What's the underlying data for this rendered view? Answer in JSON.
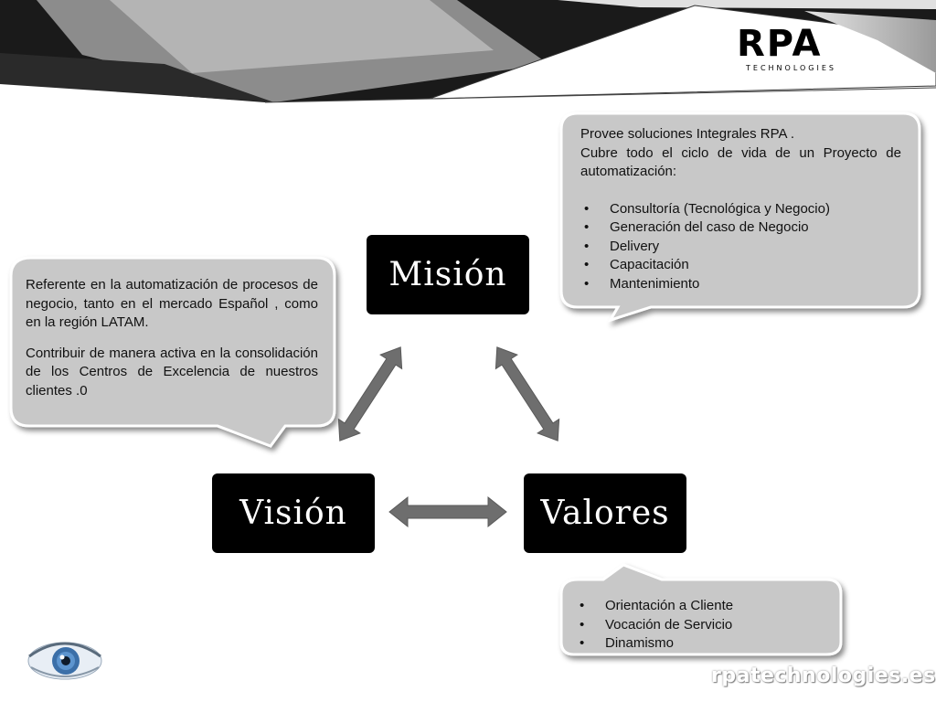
{
  "logo": {
    "name": "RPA",
    "tagline": "TECHNOLOGIES"
  },
  "diagram": {
    "nodes": {
      "mision": "Misión",
      "vision": "Visión",
      "valores": "Valores"
    }
  },
  "mision_bubble": {
    "lines": [
      "Provee soluciones Integrales RPA .",
      "Cubre  todo el ciclo de vida de un Proyecto de automatización:"
    ],
    "items": [
      "Consultoría (Tecnológica y Negocio)",
      "Generación del caso de Negocio",
      "Delivery",
      "Capacitación",
      "Mantenimiento"
    ]
  },
  "vision_bubble": {
    "paragraphs": [
      "Referente en la automatización de procesos de negocio, tanto en el mercado Español , como en la región LATAM.",
      "Contribuir de manera activa en la consolidación de los Centros de Excelencia de nuestros clientes .0"
    ]
  },
  "valores_bubble": {
    "items": [
      "Orientación a Cliente",
      "Vocación de Servicio",
      "Dinamismo"
    ]
  },
  "footer": {
    "website": "rpatechnologies.es"
  },
  "colors": {
    "box": "#000000",
    "bubble": "#c8c8c8",
    "arrow": "#6e6e6e",
    "header_dark": "#1a1a1a",
    "header_gray": "#8c8c8c"
  }
}
